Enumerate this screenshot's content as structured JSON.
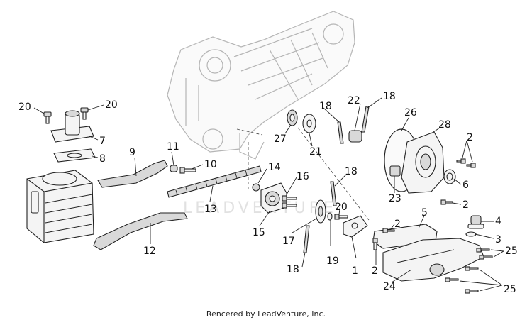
{
  "watermark": "LEADVENTURE",
  "footer": "Rencered by LeadVenture, Inc.",
  "callouts": [
    "20",
    "20",
    "7",
    "8",
    "9",
    "11",
    "10",
    "14",
    "13",
    "16",
    "15",
    "12",
    "18",
    "18",
    "18",
    "22",
    "21",
    "27",
    "26",
    "28",
    "2",
    "23",
    "6",
    "2",
    "20",
    "17",
    "19",
    "1",
    "5",
    "4",
    "3",
    "2",
    "25",
    "24",
    "25",
    "18",
    "2"
  ]
}
